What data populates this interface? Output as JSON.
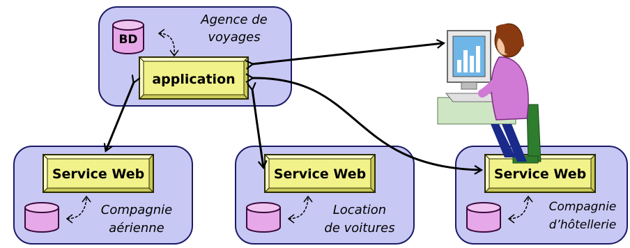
{
  "agency": {
    "title_line1": "Agence de",
    "title_line2": "voyages",
    "db_label": "BD",
    "app_label": "application"
  },
  "services": [
    {
      "label": "Service Web",
      "caption_line1": "Compagnie",
      "caption_line2": "aérienne"
    },
    {
      "label": "Service Web",
      "caption_line1": "Location",
      "caption_line2": "de voitures"
    },
    {
      "label": "Service Web",
      "caption_line1": "Compagnie",
      "caption_line2": "d’hôtellerie"
    }
  ],
  "colors": {
    "container_fill": "#c8c8f4",
    "container_stroke": "#1a1a66",
    "box_fill": "#f2f28a",
    "box_stroke": "#2a2a00",
    "db_fill": "#e6a8e8",
    "db_stroke": "#3a0a3a"
  },
  "user_illustration": "user-at-computer-icon"
}
